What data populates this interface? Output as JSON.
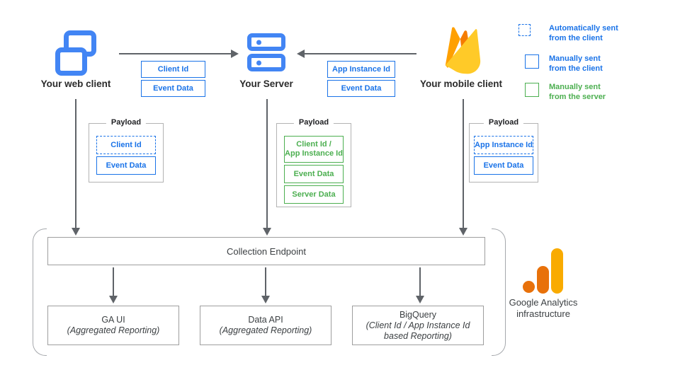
{
  "colors": {
    "icon_blue": "#4285F4",
    "accent_blue": "#1A73E8",
    "accent_green": "#4CAF50",
    "arrow_gray": "#5F6368",
    "box_border_gray": "#9E9E9E",
    "ga_orange": "#E8710A",
    "ga_amber": "#F9AB00",
    "firebase_yellow": "#FFCA28",
    "firebase_orange": "#FFA000",
    "firebase_deep_orange": "#F57C00"
  },
  "clients": {
    "web": {
      "label": "Your web client",
      "icon": "web-client-icon"
    },
    "server": {
      "label": "Your Server",
      "icon": "server-icon"
    },
    "mobile": {
      "label": "Your mobile client",
      "icon": "firebase-icon"
    }
  },
  "arrow_labels": {
    "web_to_server": [
      {
        "label": "Client Id"
      },
      {
        "label": "Event Data"
      }
    ],
    "mobile_to_server": [
      {
        "label": "App Instance Id"
      },
      {
        "label": "Event Data"
      }
    ]
  },
  "legend": [
    {
      "line1": "Automatically sent",
      "line2": "from the client",
      "swatch": "dashed-blue"
    },
    {
      "line1": "Manually sent",
      "line2": "from the client",
      "swatch": "solid-blue"
    },
    {
      "line1": "Manually sent",
      "line2": "from the server",
      "swatch": "solid-green"
    }
  ],
  "payloads": {
    "web": {
      "title": "Payload",
      "items": [
        {
          "label": "Client Id",
          "style": "dashed-blue"
        },
        {
          "label": "Event Data",
          "style": "solid-blue"
        }
      ]
    },
    "server": {
      "title": "Payload",
      "items": [
        {
          "label": "Client Id /",
          "label2": "App Instance Id",
          "style": "solid-green"
        },
        {
          "label": "Event Data",
          "style": "solid-green"
        },
        {
          "label": "Server Data",
          "style": "solid-green"
        }
      ]
    },
    "mobile": {
      "title": "Payload",
      "items": [
        {
          "label": "App Instance Id",
          "style": "dashed-blue"
        },
        {
          "label": "Event Data",
          "style": "solid-blue"
        }
      ]
    }
  },
  "infrastructure": {
    "collection_endpoint": "Collection Endpoint",
    "outputs": [
      {
        "title": "GA UI",
        "subtitle": "(Aggregated Reporting)"
      },
      {
        "title": "Data API",
        "subtitle": "(Aggregated Reporting)"
      },
      {
        "title": "BigQuery",
        "subtitle": "(Client Id / App Instance Id based Reporting)"
      }
    ],
    "caption_line1": "Google Analytics",
    "caption_line2": "infrastructure"
  }
}
